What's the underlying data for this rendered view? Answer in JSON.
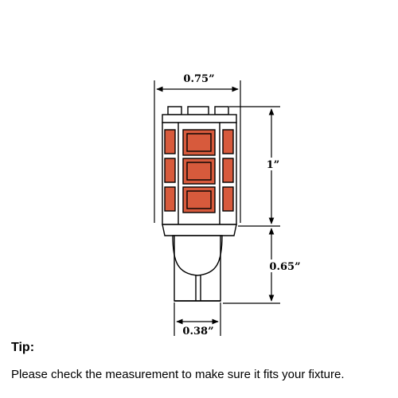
{
  "dimensions": {
    "top_width": "0.75”",
    "body_height": "1”",
    "base_height": "0.65”",
    "base_width": "0.38”"
  },
  "tip": {
    "heading": "Tip:",
    "text": "Please check the measurement to make sure it fits your fixture."
  },
  "colors": {
    "bulb_body": "#ffffff",
    "led_chip": "#d75a3c",
    "outline": "#000000"
  }
}
